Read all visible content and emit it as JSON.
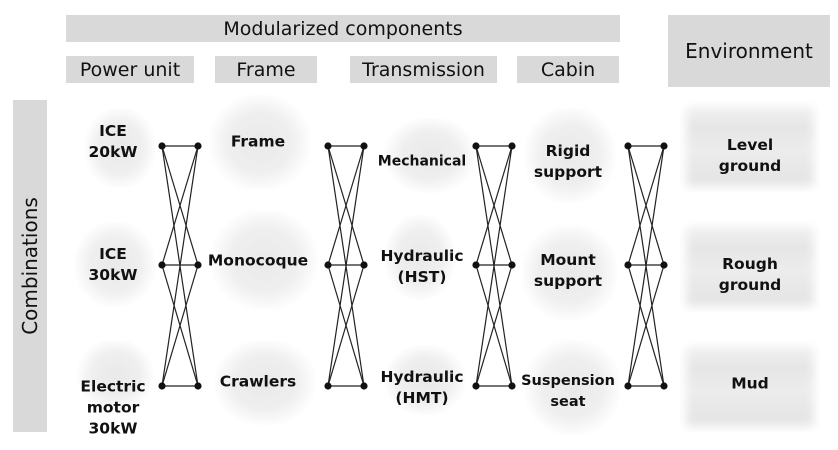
{
  "headers": {
    "modularized": "Modularized components",
    "environment": "Environment",
    "combinations": "Combinations"
  },
  "categories": [
    {
      "name": "Power unit",
      "options": [
        "ICE\n20kW",
        "ICE\n30kW",
        "Electric\nmotor\n30kW"
      ]
    },
    {
      "name": "Frame",
      "options": [
        "Frame",
        "Monocoque",
        "Crawlers"
      ]
    },
    {
      "name": "Transmission",
      "options": [
        "Mechanical",
        "Hydraulic\n(HST)",
        "Hydraulic\n(HMT)"
      ]
    },
    {
      "name": "Cabin",
      "options": [
        "Rigid\nsupport",
        "Mount\nsupport",
        "Suspension\nseat"
      ]
    }
  ],
  "environment": {
    "options": [
      "Level\nground",
      "Rough\nground",
      "Mud"
    ]
  },
  "connection_rule": "each option connects to every option in the next column (full bipartite)"
}
